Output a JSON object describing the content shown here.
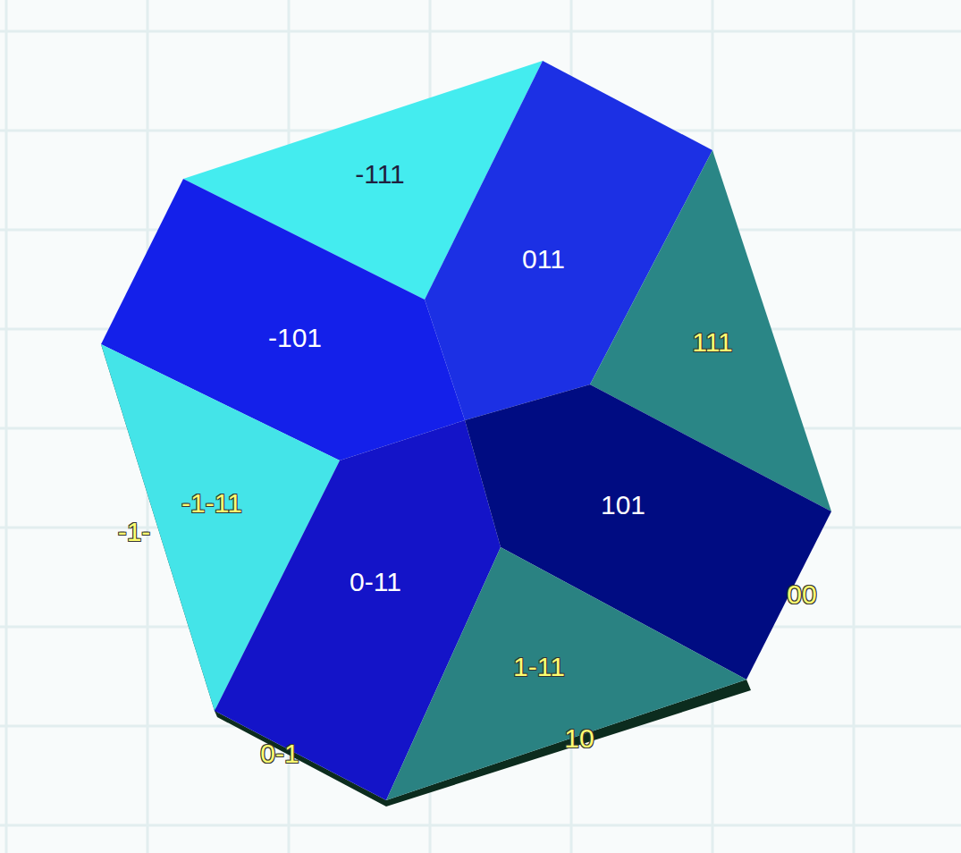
{
  "diagram": {
    "labels": [
      "-111",
      "011",
      "-101",
      "111",
      "-1-11",
      "-1-",
      "101",
      "0-11",
      "00",
      "1-11",
      "0-1",
      "10"
    ]
  }
}
